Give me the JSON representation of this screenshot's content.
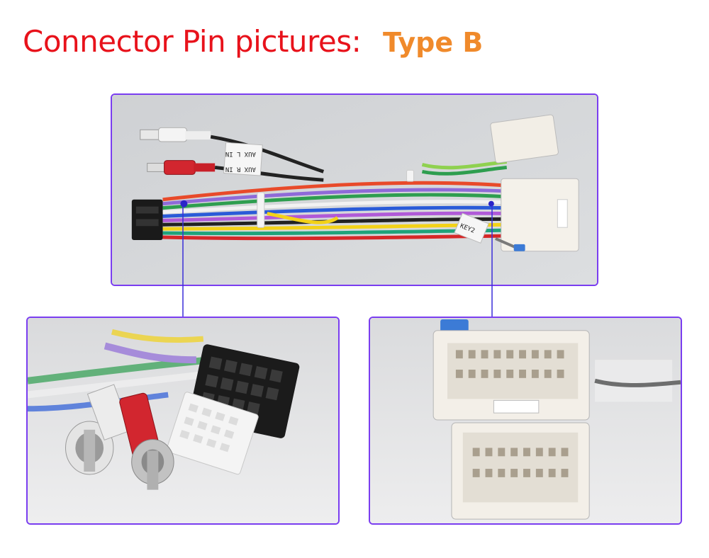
{
  "header": {
    "title": "Connector Pin pictures:",
    "type_label": "Type B"
  },
  "photos": {
    "main_harness": {
      "labels": [
        "AUX L IN",
        "AUX R IN",
        "KEY2"
      ]
    },
    "left_closeup": {},
    "right_closeup": {}
  },
  "colors": {
    "title": "#e8121b",
    "type_label": "#f08a2b",
    "frame_border": "#7a3df0",
    "pointer_line": "#3a2fd8"
  }
}
